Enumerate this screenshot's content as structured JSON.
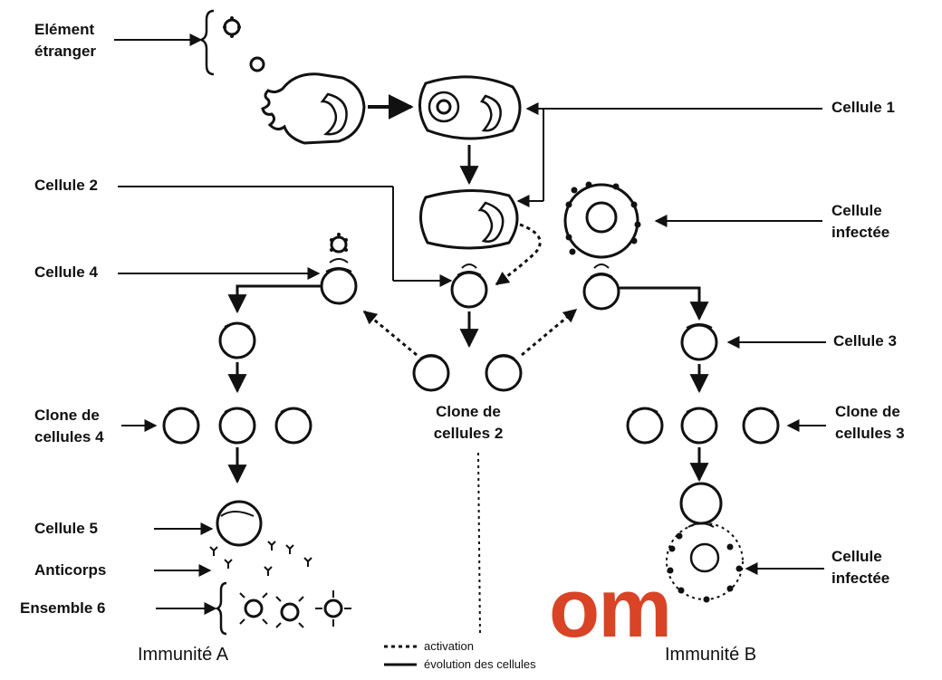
{
  "labels": {
    "element_etranger_line1": "Elément",
    "element_etranger_line2": "étranger",
    "cellule1": "Cellule 1",
    "cellule2": "Cellule 2",
    "cellule_infectee_top_line1": "Cellule",
    "cellule_infectee_top_line2": "infectée",
    "cellule4": "Cellule 4",
    "cellule3": "Cellule 3",
    "clone4_line1": "Clone de",
    "clone4_line2": "cellules 4",
    "clone2_line1": "Clone de",
    "clone2_line2": "cellules 2",
    "clone3_line1": "Clone de",
    "clone3_line2": "cellules 3",
    "cellule5": "Cellule 5",
    "anticorps": "Anticorps",
    "ensemble6": "Ensemble 6",
    "cellule_infectee_bottom_line1": "Cellule",
    "cellule_infectee_bottom_line2": "infectée",
    "immunite_a": "Immunité A",
    "immunite_b": "Immunité B"
  },
  "legend": {
    "activation": "activation",
    "evolution": "évolution des cellules"
  },
  "watermark": {
    "text": "om",
    "color": "#d63a1a"
  },
  "colors": {
    "ink": "#111111"
  }
}
